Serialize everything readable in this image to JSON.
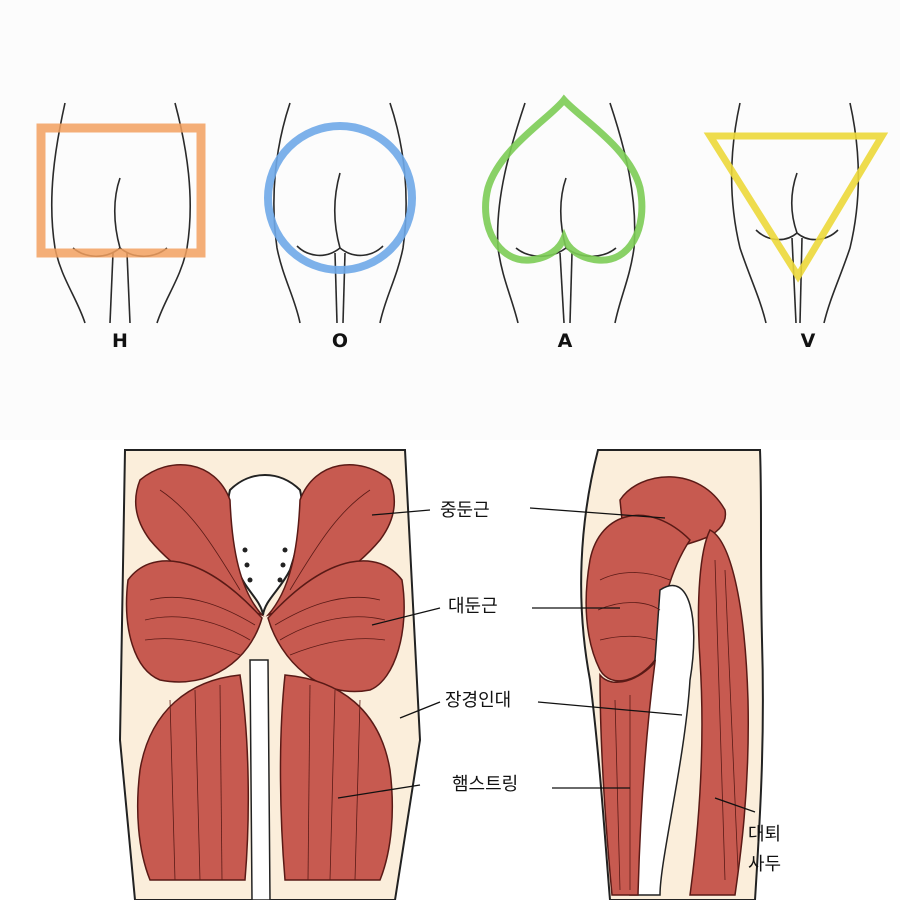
{
  "shapes": [
    {
      "letter": "H",
      "outline": "rectangle",
      "color": "#f2a05f"
    },
    {
      "letter": "O",
      "outline": "circle",
      "color": "#6fa8e8"
    },
    {
      "letter": "A",
      "outline": "heart",
      "color": "#7ccc55"
    },
    {
      "letter": "V",
      "outline": "inverted-triangle",
      "color": "#ecd83a"
    }
  ],
  "muscles": {
    "gluteus_medius": "중둔근",
    "gluteus_maximus": "대둔근",
    "iliotibial_band": "장경인대",
    "hamstring": "햄스트링",
    "biceps_femoris": "대퇴\n사두"
  },
  "colors": {
    "muscle": "#c75a50",
    "muscle_stroke": "#5a1a16",
    "skin": "#fbeedb",
    "bone": "#ffffff"
  }
}
